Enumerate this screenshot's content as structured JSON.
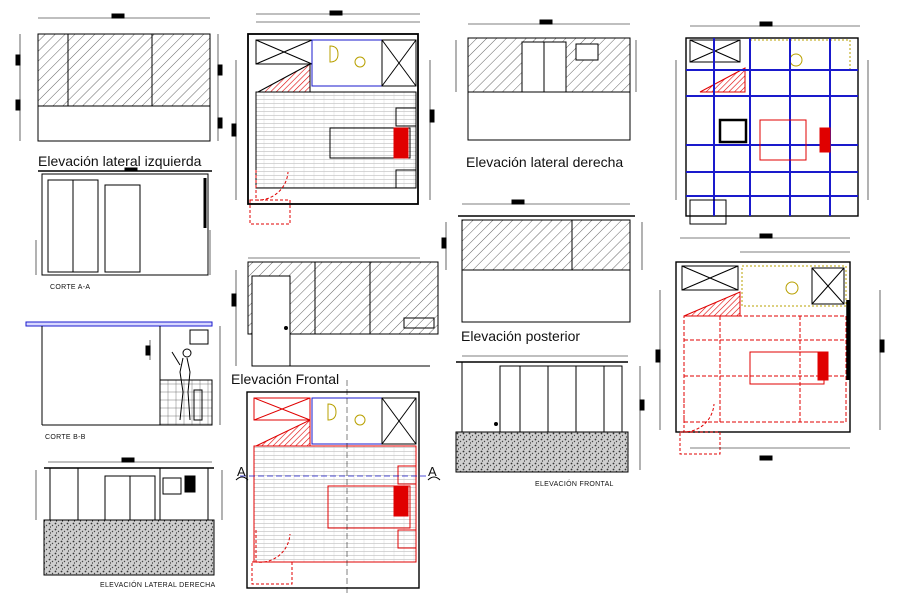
{
  "labels": {
    "elev_lateral_izquierda": "Elevación lateral izquierda",
    "elev_lateral_derecha": "Elevación lateral derecha",
    "elev_posterior": "Elevación posterior",
    "elev_frontal": "Elevación Frontal",
    "corte_aa": "CORTE A-A",
    "corte_bb": "CORTE B-B",
    "elev_frontal_caps": "ELEVACIÓN FRONTAL",
    "elev_lateral_derecha_caps": "ELEVACIÓN LATERAL DERECHA",
    "section_mark_a_left": "A",
    "section_mark_a_right": "A"
  },
  "colors": {
    "line": "#000000",
    "blue": "#1a1acc",
    "red": "#e00000",
    "yellow": "#b8a000",
    "hatch": "#222222"
  }
}
